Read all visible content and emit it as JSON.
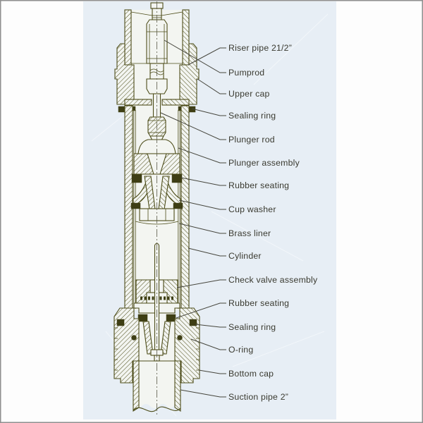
{
  "labels": [
    {
      "id": "riser-pipe",
      "text": "Riser pipe 21/2”"
    },
    {
      "id": "pumprod",
      "text": "Pumprod"
    },
    {
      "id": "upper-cap",
      "text": "Upper cap"
    },
    {
      "id": "sealing-ring-top",
      "text": "Sealing ring"
    },
    {
      "id": "plunger-rod",
      "text": "Plunger rod"
    },
    {
      "id": "plunger-assembly",
      "text": "Plunger assembly"
    },
    {
      "id": "rubber-seating-upper",
      "text": "Rubber seating"
    },
    {
      "id": "cup-washer",
      "text": "Cup washer"
    },
    {
      "id": "brass-liner",
      "text": "Brass liner"
    },
    {
      "id": "cylinder",
      "text": "Cylinder"
    },
    {
      "id": "check-valve-assembly",
      "text": "Check valve assembly"
    },
    {
      "id": "rubber-seating-lower",
      "text": "Rubber seating"
    },
    {
      "id": "sealing-ring-bottom",
      "text": "Sealing ring"
    },
    {
      "id": "o-ring",
      "text": "O-ring"
    },
    {
      "id": "bottom-cap",
      "text": "Bottom cap"
    },
    {
      "id": "suction-pipe",
      "text": "Suction pipe 2”"
    }
  ],
  "colors": {
    "margin_white": "#fdfdfd",
    "paper_blue": "#e7eef5",
    "drawing_line": "#4d4d1a",
    "rubber_fill": "#3e3e14",
    "part_interior": "#f3f5f1",
    "label_text": "#3a3a30",
    "frame_border": "#8f8f8f"
  }
}
